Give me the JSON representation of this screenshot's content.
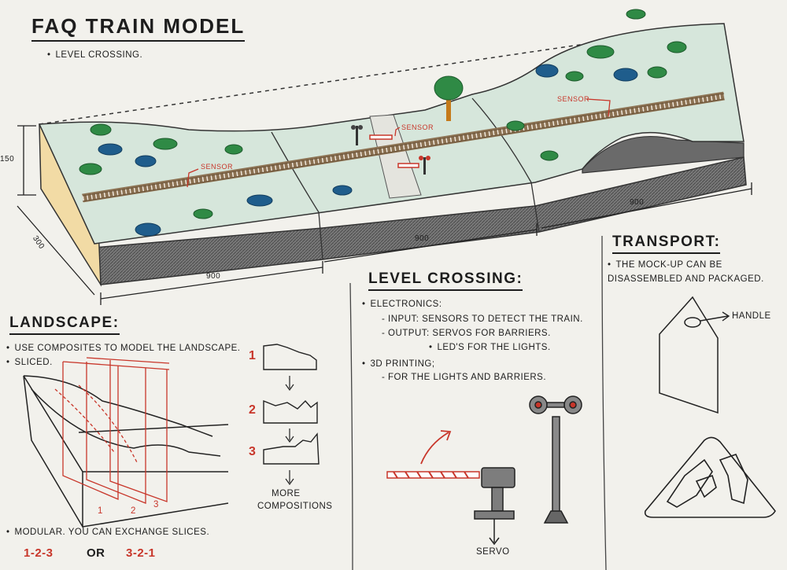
{
  "title": "FAQ TRAIN MODEL",
  "subtitle": "LEVEL CROSSING.",
  "model": {
    "height_dim": "150",
    "depth_dim": "300",
    "seg1_dim": "900",
    "seg2_dim": "900",
    "seg3_dim": "900",
    "sensor_labels": [
      "SENSOR",
      "SENSOR",
      "SENSOR"
    ]
  },
  "landscape": {
    "heading": "LANDSCAPE:",
    "bullet1": "USE COMPOSITES TO MODEL THE LANDSCAPE.",
    "bullet2": "SLICED.",
    "slice_labels": [
      "1",
      "2",
      "3"
    ],
    "sequence_numbers": [
      "1",
      "2",
      "3"
    ],
    "more_line1": "MORE",
    "more_line2": "COMPOSITIONS",
    "modular": "MODULAR. YOU CAN EXCHANGE SLICES.",
    "order1": "1-2-3",
    "or_word": "OR",
    "order2": "3-2-1"
  },
  "level_crossing": {
    "heading": "LEVEL CROSSING:",
    "electronics": "ELECTRONICS:",
    "input_line": "- INPUT: SENSORS TO DETECT THE TRAIN.",
    "output_line": "- OUTPUT: SERVOS FOR BARRIERS.",
    "leds_line": "LED'S FOR THE LIGHTS.",
    "printing": "3D PRINTING;",
    "printing_line": "- FOR THE LIGHTS AND BARRIERS.",
    "servo_label": "SERVO"
  },
  "transport": {
    "heading": "TRANSPORT:",
    "line1": "THE MOCK-UP CAN BE",
    "line2": "DISASSEMBLED AND PACKAGED.",
    "handle_label": "HANDLE"
  },
  "colors": {
    "grass": "#d5e6da",
    "bush_green": "#2f8a45",
    "bush_blue": "#1f5d8c",
    "base": "#6f6f6f",
    "side": "#f0d9a6",
    "accent_red": "#c8362a"
  }
}
